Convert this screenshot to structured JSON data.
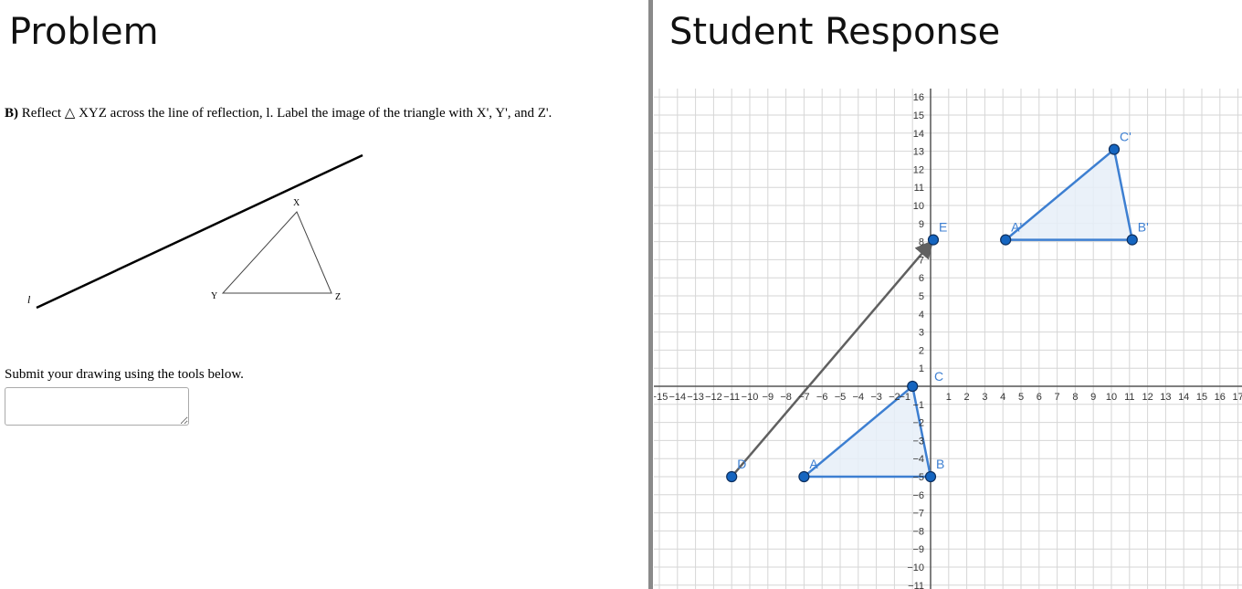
{
  "problem": {
    "title": "Problem",
    "question_prefix": "B)",
    "question_text": "Reflect △ XYZ across the line of reflection, l. Label the image of the triangle with X', Y', and Z'.",
    "figure_labels": {
      "line": "l",
      "x": "X",
      "y": "Y",
      "z": "Z"
    },
    "submit_text": "Submit your drawing using the tools below.",
    "answer_value": ""
  },
  "response": {
    "title": "Student Response"
  },
  "colors": {
    "shape": "#3d7fd1",
    "fill": "#e6eef8",
    "point": "#1565c0",
    "vector": "#606060",
    "grid": "#d6d6d6",
    "axis": "#555555"
  },
  "chart_data": {
    "type": "scatter",
    "xlim": [
      -15,
      17
    ],
    "ylim": [
      -11,
      16
    ],
    "grid": true,
    "points": [
      {
        "label": "A",
        "x": -7,
        "y": -5
      },
      {
        "label": "B",
        "x": 0,
        "y": -5
      },
      {
        "label": "C",
        "x": -1,
        "y": 0
      },
      {
        "label": "D",
        "x": -11,
        "y": -5
      },
      {
        "label": "E",
        "x": 0.15,
        "y": 8.1
      },
      {
        "label": "A'",
        "x": 4.15,
        "y": 8.1
      },
      {
        "label": "B'",
        "x": 11.15,
        "y": 8.1
      },
      {
        "label": "C'",
        "x": 10.15,
        "y": 13.1
      }
    ],
    "polygons": [
      [
        "A",
        "B",
        "C"
      ],
      [
        "A'",
        "B'",
        "C'"
      ]
    ],
    "vectors": [
      [
        "D",
        "E"
      ]
    ]
  }
}
